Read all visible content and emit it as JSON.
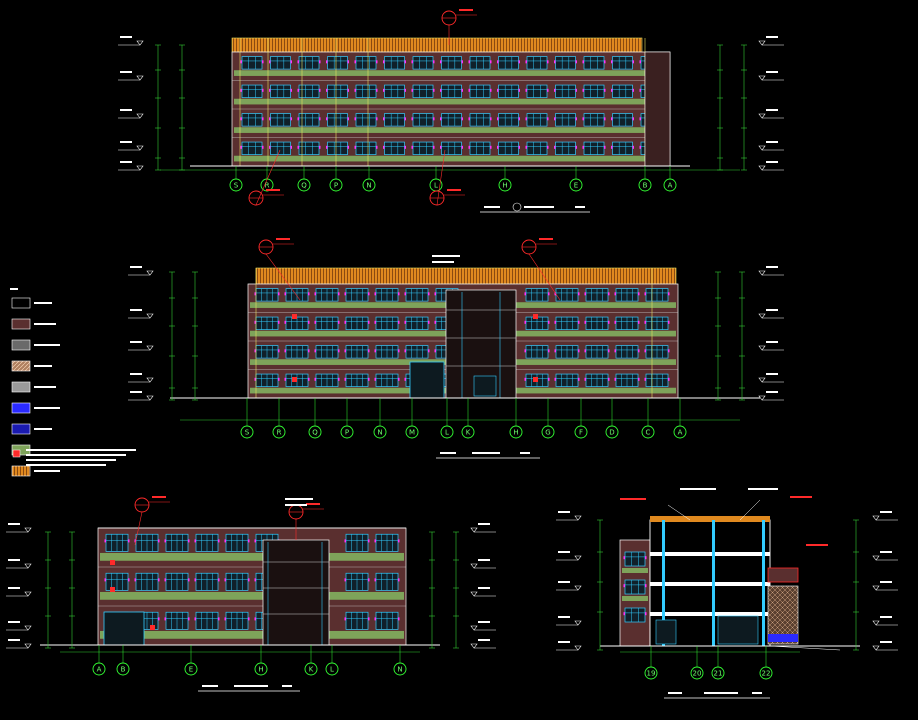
{
  "colors": {
    "background": "#000000",
    "brick": "#5a2f2f",
    "band": "#7ea35a",
    "roof": "#e0891f",
    "grid_axis": "#33ff33",
    "dim_line": "#33cc33",
    "window_frame": "#33ccff",
    "annotation": "#ff33ff",
    "red_mark": "#ff2a2a",
    "line_white": "#ffffff",
    "line_yellow": "#e8e060"
  },
  "elevation_top": {
    "axis_labels": [
      "S",
      "R",
      "Q",
      "P",
      "N",
      "L",
      "H",
      "E",
      "B",
      "A"
    ]
  },
  "elevation_middle": {
    "axis_labels": [
      "S",
      "R",
      "Q",
      "P",
      "N",
      "M",
      "L",
      "K",
      "H",
      "G",
      "F",
      "D",
      "C",
      "A"
    ]
  },
  "elevation_bottom_left": {
    "axis_labels": [
      "A",
      "B",
      "E",
      "H",
      "K",
      "L",
      "N"
    ]
  },
  "section_bottom_right": {
    "axis_labels": [
      "19",
      "20",
      "21",
      "22"
    ]
  },
  "legend": {
    "swatches": [
      {
        "fill": "#000000",
        "stroke": "#ffffff",
        "pattern": "none"
      },
      {
        "fill": "#5a2f2f",
        "stroke": "#ffffff",
        "pattern": "none"
      },
      {
        "fill": "#6a6a6a",
        "stroke": "#ffffff",
        "pattern": "none"
      },
      {
        "fill": "#b08060",
        "stroke": "#ffffff",
        "pattern": "hatch"
      },
      {
        "fill": "#9a9a9a",
        "stroke": "#ffffff",
        "pattern": "none"
      },
      {
        "fill": "#2a2aff",
        "stroke": "#ffffff",
        "pattern": "none"
      },
      {
        "fill": "#1a1ab0",
        "stroke": "#ffffff",
        "pattern": "none"
      },
      {
        "fill": "#7ea35a",
        "stroke": "#ffffff",
        "pattern": "none"
      },
      {
        "fill": "#e0891f",
        "stroke": "#ffffff",
        "pattern": "stripe"
      }
    ]
  }
}
